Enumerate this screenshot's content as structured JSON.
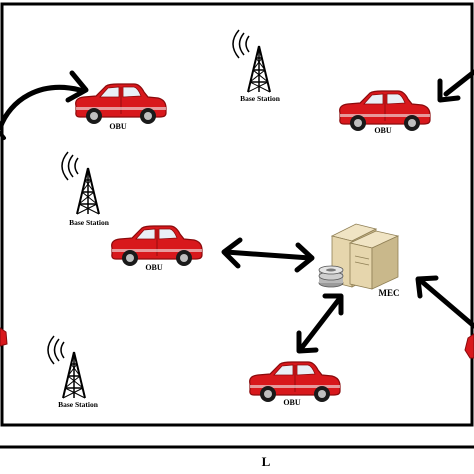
{
  "labels": {
    "obu": "OBU",
    "base_station": "Base Station",
    "mec": "MEC",
    "length": "L"
  },
  "colors": {
    "car_body": "#d8181c",
    "car_dark": "#8a0a0c",
    "window": "#e9f0f6",
    "tire": "#1a1a1a",
    "hub": "#bfbfbf",
    "server_body": "#e6d6ad",
    "server_shade": "#c9b88b",
    "arrow": "#000000",
    "border": "#000000"
  },
  "icons": [
    "car-icon",
    "base-station-tower-icon",
    "mec-server-icon",
    "double-arrow-icon",
    "curved-arrow-icon",
    "signal-waves-icon"
  ]
}
